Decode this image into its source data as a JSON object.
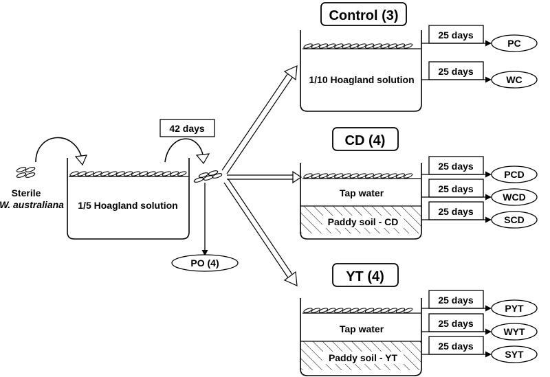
{
  "source": {
    "label_line1": "Sterile",
    "label_line2": "W. australiana"
  },
  "culture": {
    "solution": "1/5 Hoagland solution",
    "duration": "42 days",
    "output": "PO (4)"
  },
  "groups": {
    "control": {
      "title": "Control (3)",
      "medium": "1/10 Hoagland solution",
      "outputs": [
        {
          "duration": "25 days",
          "label": "PC"
        },
        {
          "duration": "25 days",
          "label": "WC"
        }
      ]
    },
    "cd": {
      "title": "CD (4)",
      "water": "Tap water",
      "soil": "Paddy soil - CD",
      "outputs": [
        {
          "duration": "25 days",
          "label": "PCD"
        },
        {
          "duration": "25 days",
          "label": "WCD"
        },
        {
          "duration": "25 days",
          "label": "SCD"
        }
      ]
    },
    "yt": {
      "title": "YT (4)",
      "water": "Tap water",
      "soil": "Paddy soil - YT",
      "outputs": [
        {
          "duration": "25 days",
          "label": "PYT"
        },
        {
          "duration": "25 days",
          "label": "WYT"
        },
        {
          "duration": "25 days",
          "label": "SYT"
        }
      ]
    }
  }
}
